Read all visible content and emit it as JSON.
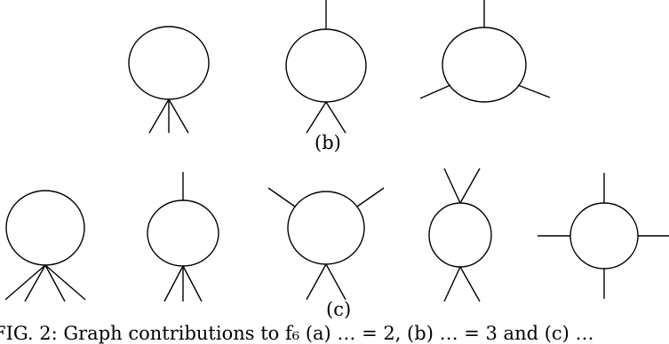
{
  "labels": {
    "b": "(b)",
    "c": "(c)"
  },
  "caption": "FIG. 2: Graph contributions to f₆ (a) … = 2, (b) … = 3 and (c) …"
}
